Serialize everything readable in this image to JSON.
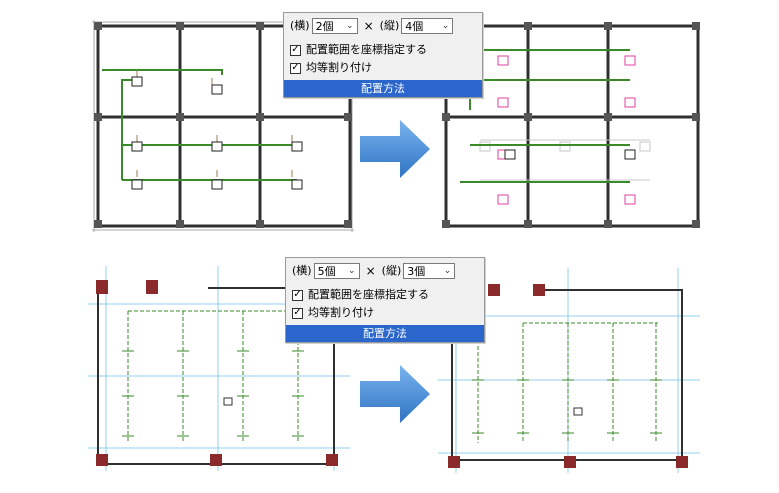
{
  "dialogs": [
    {
      "horizontal_label": "(横)",
      "horizontal_value": "2個",
      "times_symbol": "×",
      "vertical_label": "(縦)",
      "vertical_value": "4個",
      "option_coordinate": "配置範囲を座標指定する",
      "option_coordinate_checked": true,
      "option_equal": "均等割り付け",
      "option_equal_checked": true,
      "title_bar": "配置方法",
      "chevron_icon": "chevron-down-icon",
      "check_icon": "check-icon"
    },
    {
      "horizontal_label": "(横)",
      "horizontal_value": "5個",
      "times_symbol": "×",
      "vertical_label": "(縦)",
      "vertical_value": "3個",
      "option_coordinate": "配置範囲を座標指定する",
      "option_coordinate_checked": true,
      "option_equal": "均等割り付け",
      "option_equal_checked": true,
      "title_bar": "配置方法",
      "chevron_icon": "chevron-down-icon",
      "check_icon": "check-icon"
    }
  ],
  "colors": {
    "arrow": "#4a8fd6",
    "dialog_bar": "#2a66cc",
    "wiring": "#3a8a2a",
    "outlet_new": "#e040a0",
    "grid": "#8fd0e8",
    "wall": "#303030"
  },
  "check_mark": "✓",
  "chevron": "⌄"
}
